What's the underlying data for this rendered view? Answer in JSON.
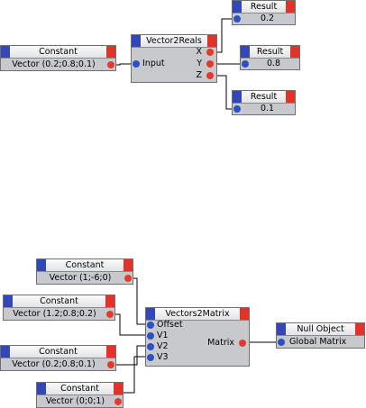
{
  "top": {
    "constant": {
      "title": "Constant",
      "value": "Vector (0.2;0.8;0.1)"
    },
    "vector2reals": {
      "title": "Vector2Reals",
      "input": "Input",
      "x": "X",
      "y": "Y",
      "z": "Z"
    },
    "result_x": {
      "title": "Result",
      "value": "0.2"
    },
    "result_y": {
      "title": "Result",
      "value": "0.8"
    },
    "result_z": {
      "title": "Result",
      "value": "0.1"
    }
  },
  "bottom": {
    "constant1": {
      "title": "Constant",
      "value": "Vector (1;-6;0)"
    },
    "constant2": {
      "title": "Constant",
      "value": "Vector (1.2;0.8;0.2)"
    },
    "constant3": {
      "title": "Constant",
      "value": "Vector (0.2;0.8;0.1)"
    },
    "constant4": {
      "title": "Constant",
      "value": "Vector (0;0;1)"
    },
    "vectors2matrix": {
      "title": "Vectors2Matrix",
      "offset": "Offset",
      "v1": "V1",
      "v2": "V2",
      "v3": "V3",
      "matrix": "Matrix"
    },
    "null_object": {
      "title": "Null Object",
      "port": "Global Matrix"
    }
  },
  "colors": {
    "port_in": "#2f4fc4",
    "port_out": "#e33a2c",
    "stripe_left": "#3347b8",
    "stripe_right": "#e2332a",
    "node_body": "#c7c9cc"
  }
}
